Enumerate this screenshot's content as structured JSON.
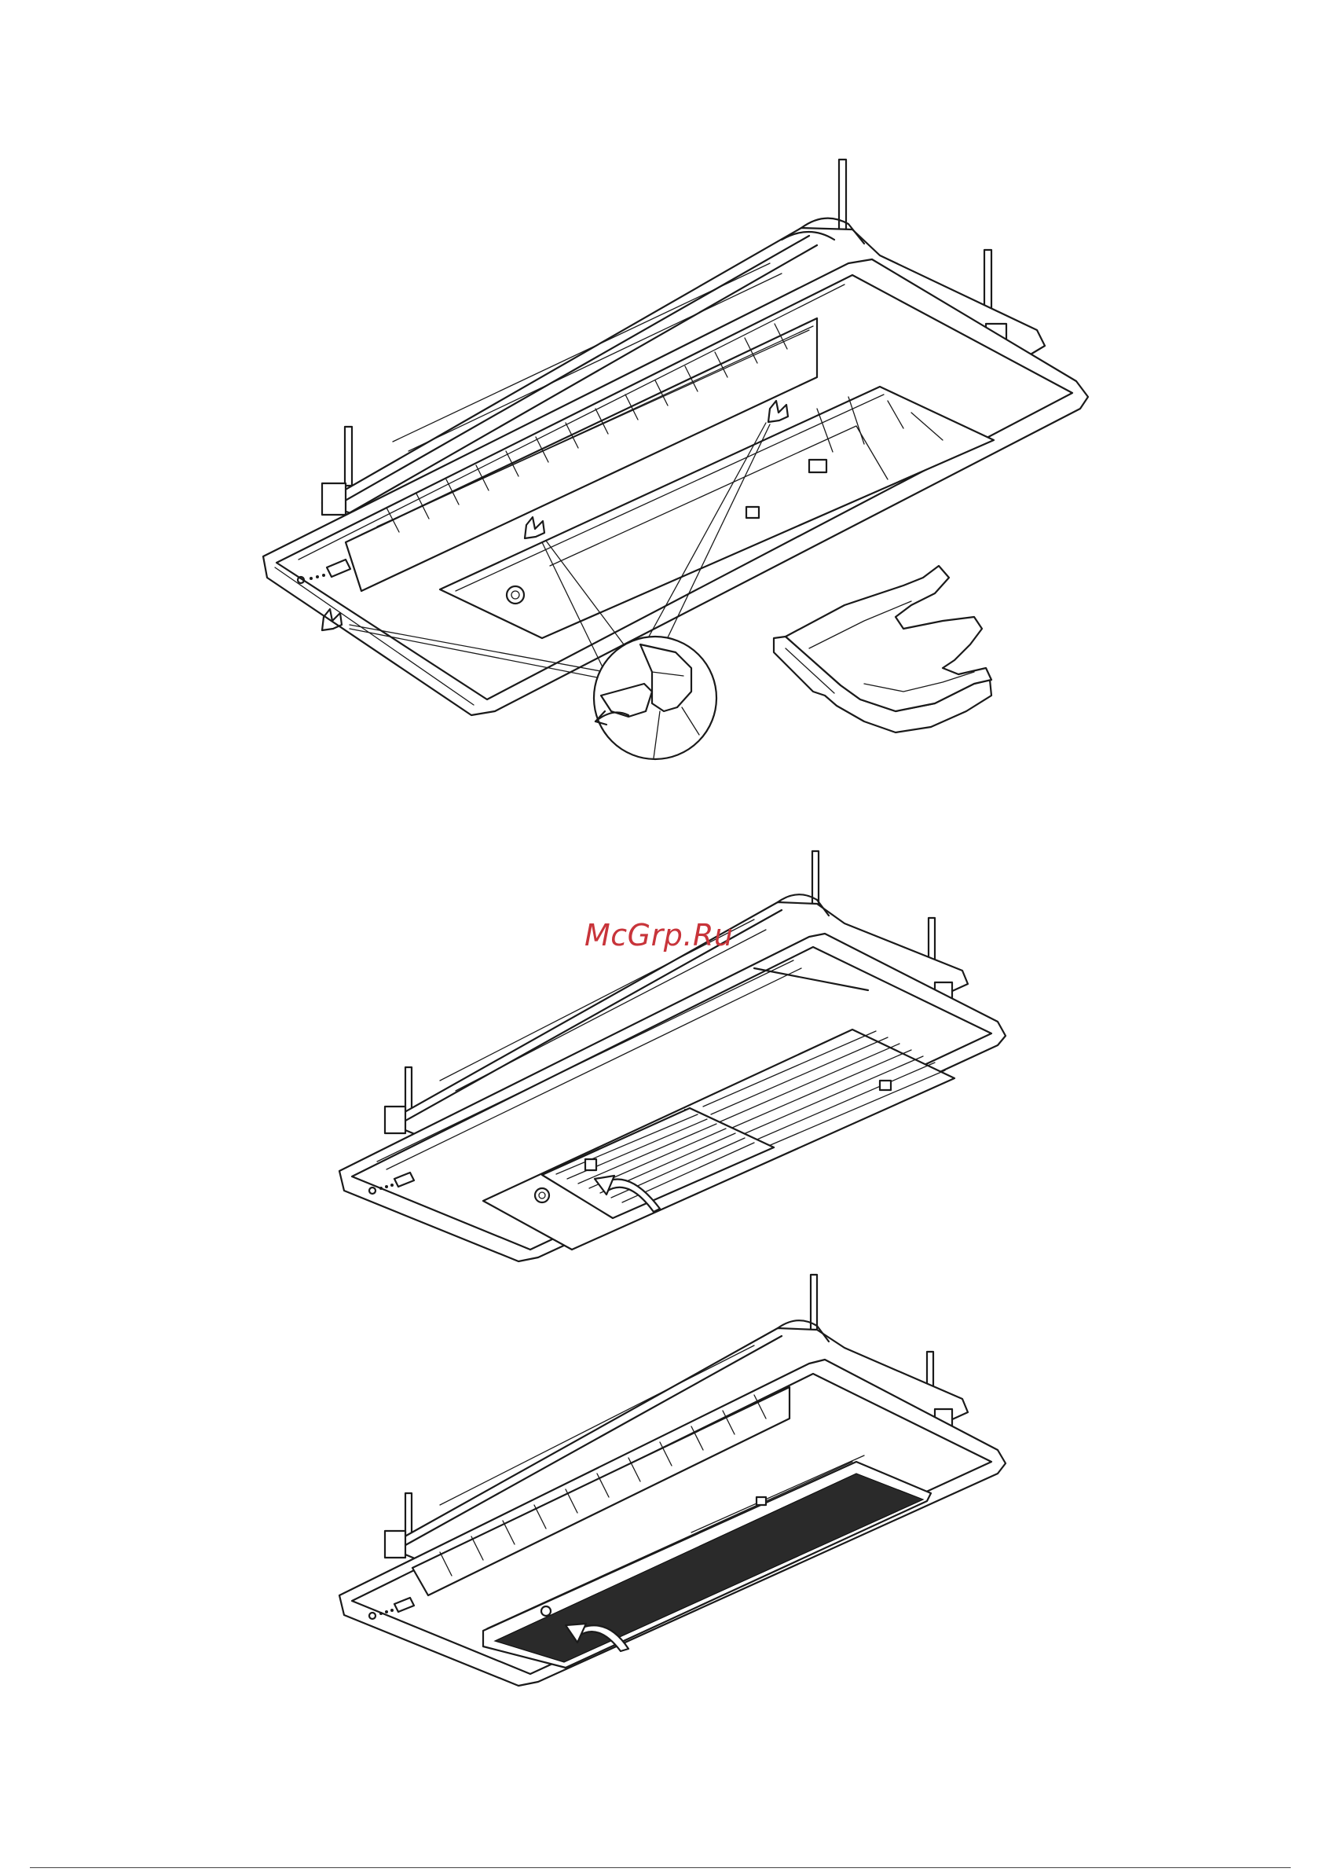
{
  "watermark": {
    "text": "McGrp.Ru",
    "color": "#c8343a"
  },
  "figures": [
    {
      "id": "step-1",
      "icons": [
        "filter-hook-icon",
        "filter-hook-icon",
        "filter-hook-icon",
        "filter-hook-icon",
        "filter-clip-detail-icon",
        "filter-bracket-icon"
      ]
    },
    {
      "id": "step-2",
      "icons": [
        "filter-insert-arrow-icon"
      ]
    },
    {
      "id": "step-3",
      "icons": [
        "filter-push-arrow-icon"
      ]
    }
  ]
}
